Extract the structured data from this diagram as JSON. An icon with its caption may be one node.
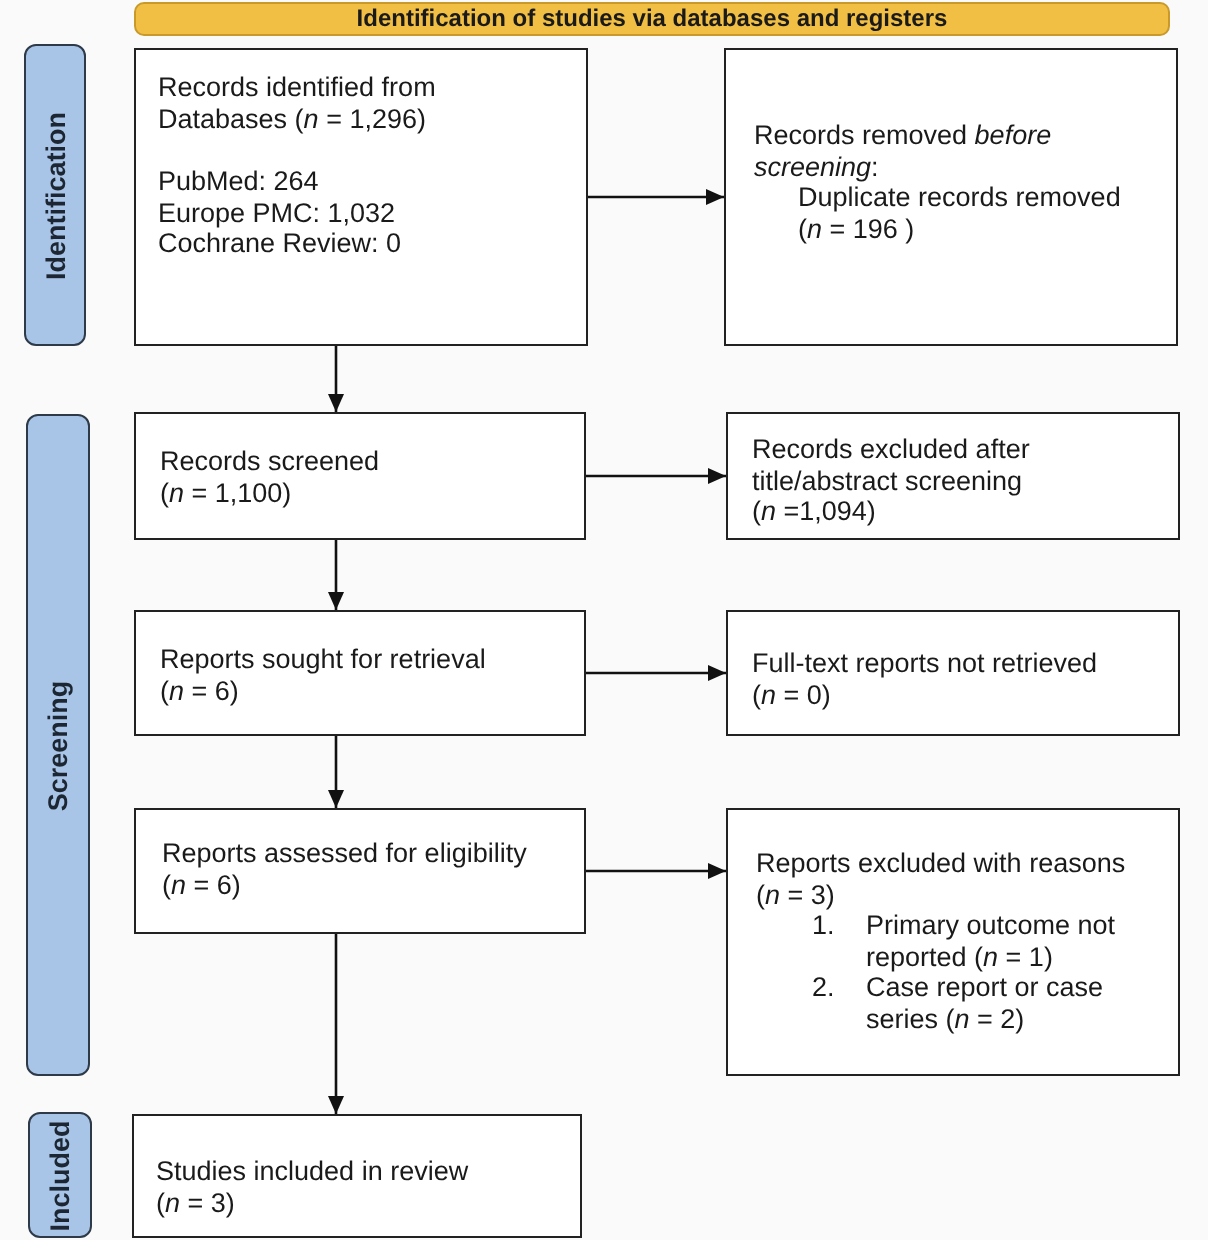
{
  "diagram": {
    "nodes": [
      {
        "text": [
          "Identification of studies via databases and registers"
        ]
      },
      {
        "text": [
          "Identification"
        ]
      },
      {
        "text": [
          "Records identified from Databases (*n* = 1,296)",
          "PubMed: 264",
          "Europe PMC: 1,032",
          "Cochrane Review: 0"
        ]
      },
      {
        "text": [
          "Records removed *before screening*:",
          "Duplicate records removed (*n* = 196 )"
        ]
      },
      {
        "text": [
          "Screening"
        ]
      },
      {
        "text": [
          "Records screened (*n* = 1,100)"
        ]
      },
      {
        "text": [
          "Records excluded after title/abstract screening (*n* =1,094)"
        ]
      },
      {
        "text": [
          "Reports sought for retrieval (*n* = 6)"
        ]
      },
      {
        "text": [
          "Full-text reports not retrieved (*n* = 0)"
        ]
      },
      {
        "text": [
          "Reports assessed for eligibility (*n* = 6)"
        ]
      },
      {
        "text": [
          "Reports excluded with reasons (*n* = 3)",
          "1.",
          "Primary outcome not reported (*n* = 1)",
          "2.",
          "Case report or case series (*n* = 2)"
        ]
      },
      {
        "text": [
          "Included"
        ]
      },
      {
        "text": [
          "Studies included in review (*n* = 3)"
        ]
      }
    ],
    "edges": [
      {
        "from": 2,
        "to": 3,
        "arrow": "to"
      },
      {
        "from": 2,
        "to": 5,
        "arrow": "to"
      },
      {
        "from": 5,
        "to": 6,
        "arrow": "to"
      },
      {
        "from": 5,
        "to": 7,
        "arrow": "to"
      },
      {
        "from": 7,
        "to": 8,
        "arrow": "to"
      },
      {
        "from": 7,
        "to": 9,
        "arrow": "to"
      },
      {
        "from": 9,
        "to": 10,
        "arrow": "to"
      },
      {
        "from": 9,
        "to": 12,
        "arrow": "to"
      }
    ]
  }
}
